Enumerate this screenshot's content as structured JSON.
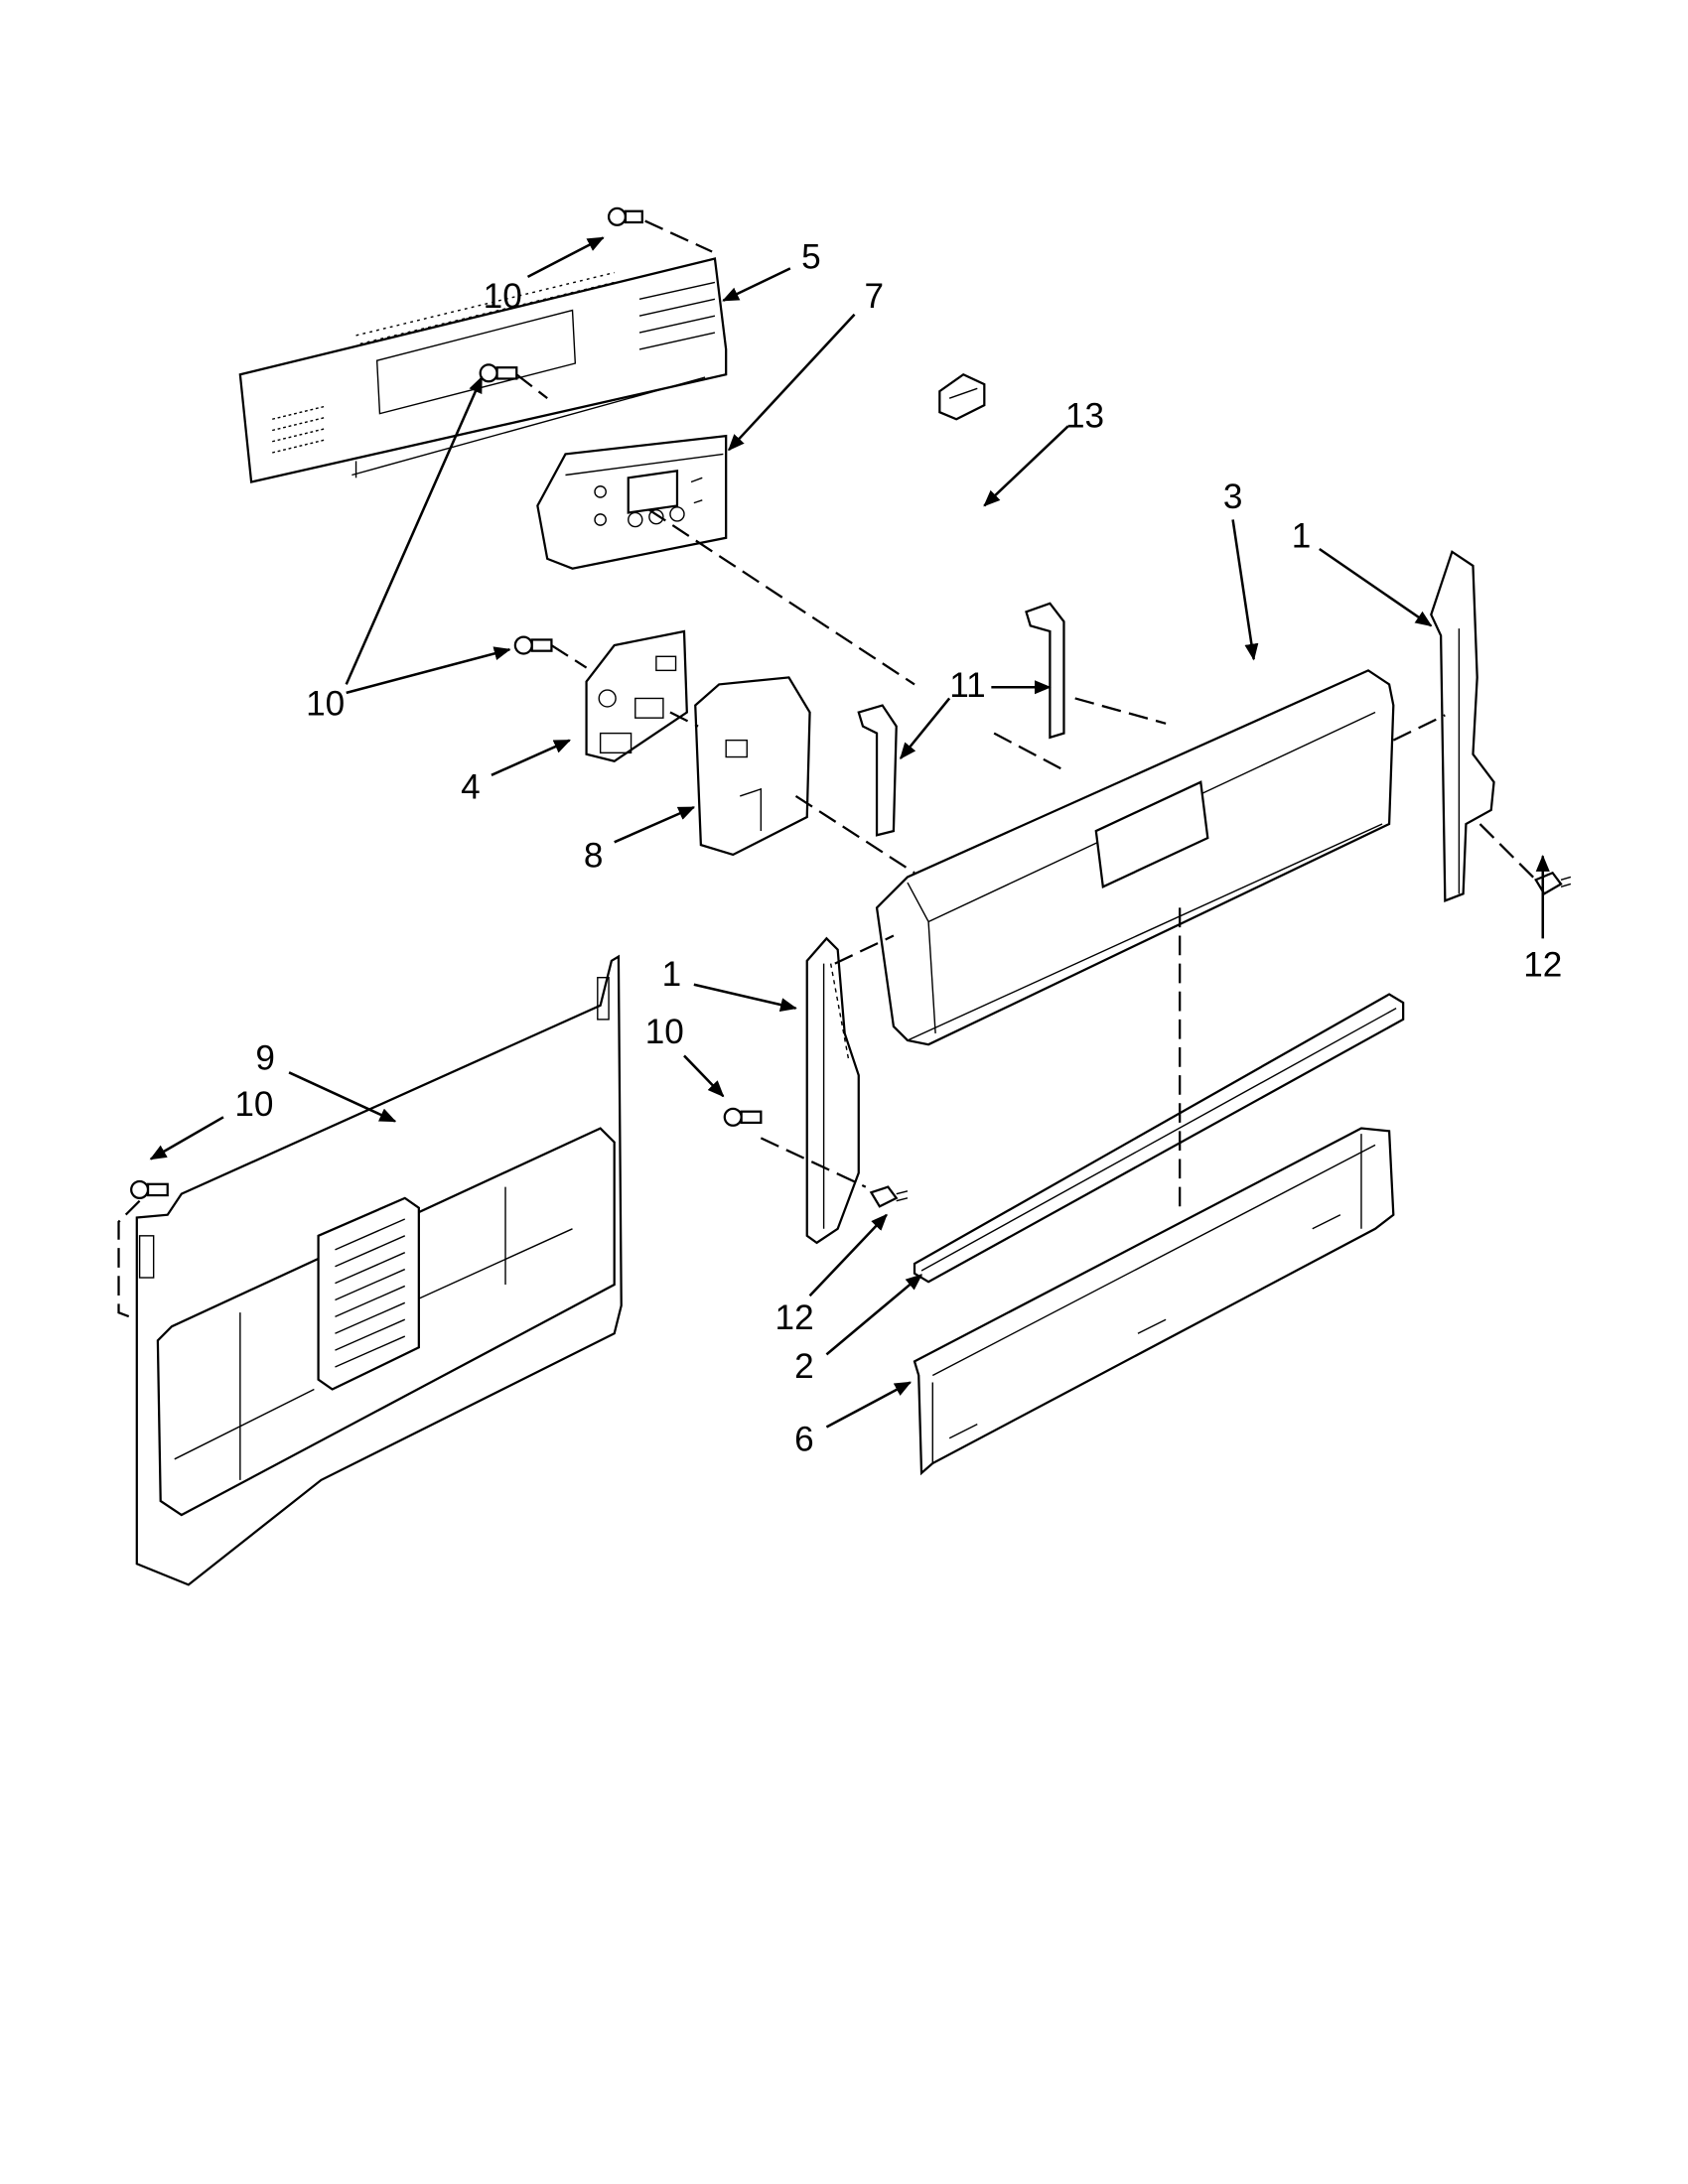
{
  "diagram": {
    "callouts": [
      {
        "id": "c10a",
        "text": "10"
      },
      {
        "id": "c5",
        "text": "5"
      },
      {
        "id": "c7",
        "text": "7"
      },
      {
        "id": "c13",
        "text": "13"
      },
      {
        "id": "c3",
        "text": "3"
      },
      {
        "id": "c1a",
        "text": "1"
      },
      {
        "id": "c11",
        "text": "11"
      },
      {
        "id": "c10b",
        "text": "10"
      },
      {
        "id": "c4",
        "text": "4"
      },
      {
        "id": "c8",
        "text": "8"
      },
      {
        "id": "c12a",
        "text": "12"
      },
      {
        "id": "c1b",
        "text": "1"
      },
      {
        "id": "c10c",
        "text": "10"
      },
      {
        "id": "c9",
        "text": "9"
      },
      {
        "id": "c10d",
        "text": "10"
      },
      {
        "id": "c12b",
        "text": "12"
      },
      {
        "id": "c2",
        "text": "2"
      },
      {
        "id": "c6",
        "text": "6"
      }
    ]
  }
}
